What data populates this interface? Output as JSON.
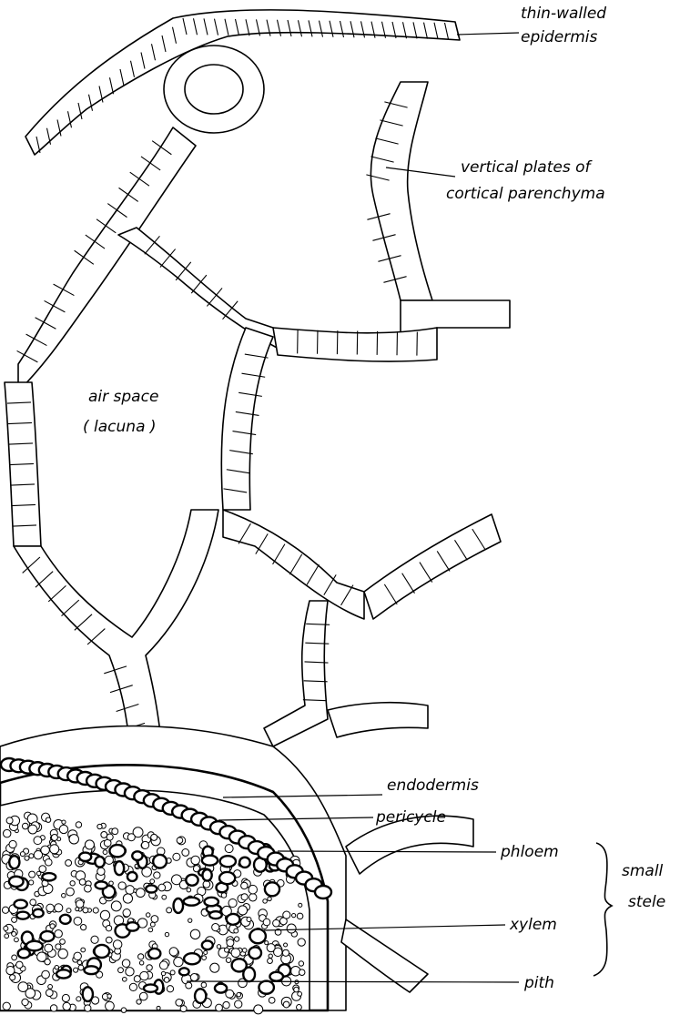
{
  "labels": {
    "epidermis_line1": "thin-walled",
    "epidermis_line2": "epidermis",
    "plates_line1": "vertical plates of",
    "plates_line2": "cortical parenchyma",
    "air_space_line1": "air space",
    "air_space_line2": "( lacuna )",
    "endodermis": "endodermis",
    "pericycle": "pericycle",
    "phloem": "phloem",
    "xylem": "xylem",
    "pith": "pith",
    "stele_line1": "small",
    "stele_line2": "stele"
  }
}
